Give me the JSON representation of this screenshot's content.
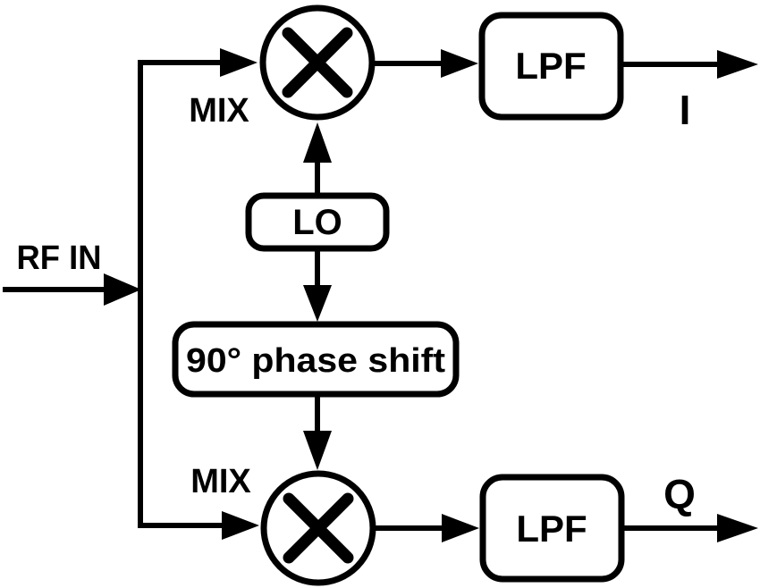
{
  "diagram": {
    "type": "block-diagram",
    "description_labels_only": "IQ demodulator signal chain",
    "colors": {
      "ink": "#000000",
      "background": "#ffffff"
    },
    "input": {
      "label": "RF IN"
    },
    "mixers": {
      "top_label": "MIX",
      "bottom_label": "MIX"
    },
    "oscillator": {
      "label": "LO"
    },
    "phase_shifter": {
      "label": "90° phase shift"
    },
    "filters": {
      "top_label": "LPF",
      "bottom_label": "LPF"
    },
    "outputs": {
      "i_label": "I",
      "q_label": "Q"
    }
  }
}
